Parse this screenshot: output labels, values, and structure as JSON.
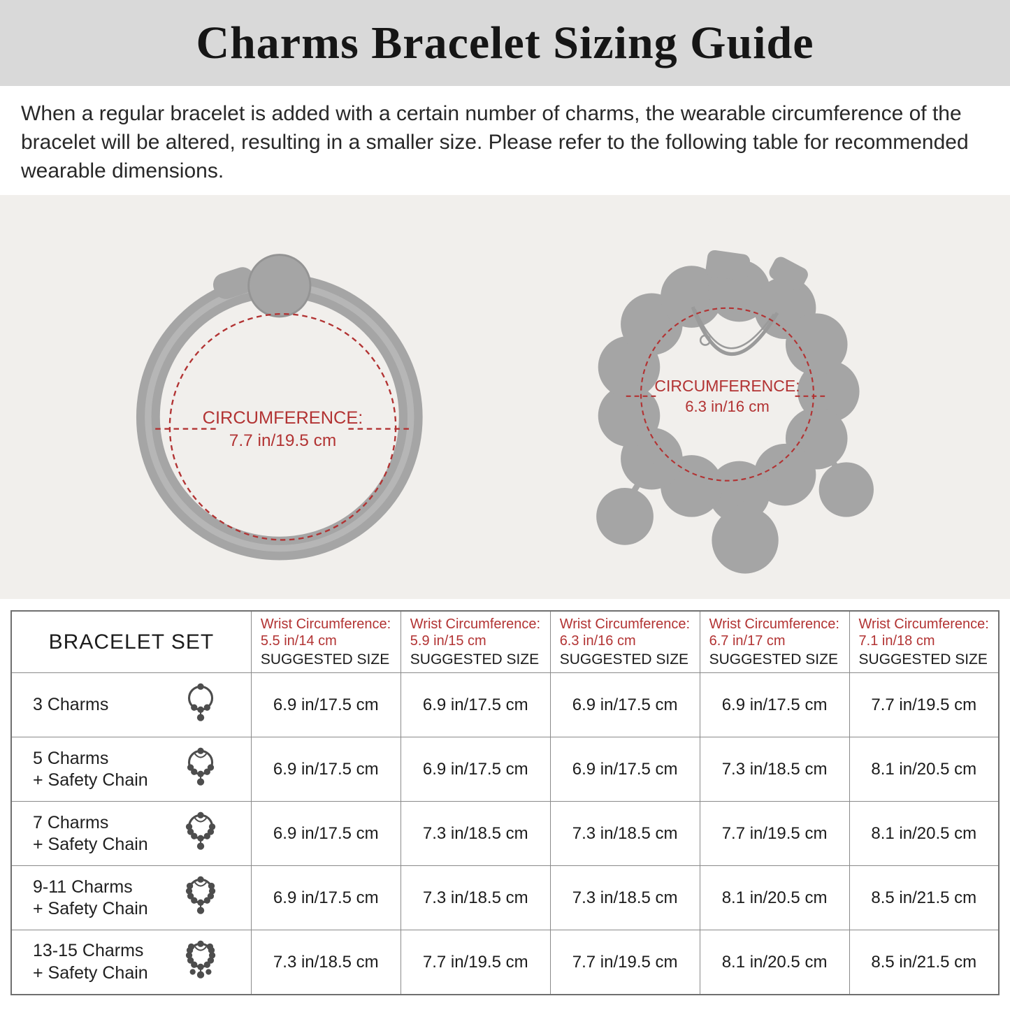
{
  "page": {
    "title": "Charms Bracelet Sizing Guide",
    "intro": "When a regular bracelet is added with a certain number of charms, the wearable circumference of the bracelet will be altered, resulting in a smaller size. Please refer to the following table for recommended wearable dimensions."
  },
  "illustrations": {
    "plain_bracelet": {
      "label_line1": "CIRCUMFERENCE:",
      "label_line2": "7.7 in/19.5 cm"
    },
    "charm_bracelet": {
      "label_line1": "CIRCUMFERENCE:",
      "label_line2": "6.3 in/16 cm"
    }
  },
  "table": {
    "corner_header": "BRACELET SET",
    "columns": [
      {
        "line1": "Wrist Circumference:",
        "line2": "5.5 in/14 cm",
        "line3": "SUGGESTED SIZE"
      },
      {
        "line1": "Wrist Circumference:",
        "line2": "5.9 in/15 cm",
        "line3": "SUGGESTED SIZE"
      },
      {
        "line1": "Wrist Circumference:",
        "line2": "6.3 in/16 cm",
        "line3": "SUGGESTED SIZE"
      },
      {
        "line1": "Wrist Circumference:",
        "line2": "6.7 in/17 cm",
        "line3": "SUGGESTED SIZE"
      },
      {
        "line1": "Wrist Circumference:",
        "line2": "7.1 in/18 cm",
        "line3": "SUGGESTED SIZE"
      }
    ],
    "rows": [
      {
        "label_line1": "3 Charms",
        "label_line2": "",
        "values": [
          "6.9 in/17.5 cm",
          "6.9 in/17.5 cm",
          "6.9 in/17.5 cm",
          "6.9 in/17.5 cm",
          "7.7 in/19.5 cm"
        ]
      },
      {
        "label_line1": "5 Charms",
        "label_line2": "+ Safety Chain",
        "values": [
          "6.9 in/17.5 cm",
          "6.9 in/17.5 cm",
          "6.9 in/17.5 cm",
          "7.3 in/18.5 cm",
          "8.1 in/20.5 cm"
        ]
      },
      {
        "label_line1": "7 Charms",
        "label_line2": "+ Safety Chain",
        "values": [
          "6.9 in/17.5 cm",
          "7.3 in/18.5 cm",
          "7.3 in/18.5 cm",
          "7.7 in/19.5 cm",
          "8.1 in/20.5 cm"
        ]
      },
      {
        "label_line1": "9-11 Charms",
        "label_line2": "+ Safety Chain",
        "values": [
          "6.9 in/17.5 cm",
          "7.3 in/18.5 cm",
          "7.3 in/18.5 cm",
          "8.1 in/20.5 cm",
          "8.5 in/21.5 cm"
        ]
      },
      {
        "label_line1": "13-15 Charms",
        "label_line2": "+ Safety Chain",
        "values": [
          "7.3 in/18.5 cm",
          "7.7 in/19.5 cm",
          "7.7 in/19.5 cm",
          "8.1 in/20.5 cm",
          "8.5 in/21.5 cm"
        ]
      }
    ]
  },
  "colors": {
    "accent_red": "#b23333",
    "title_bar_bg": "#d9d9d9",
    "panel_bg": "#f1efec",
    "bracelet_gray": "#a5a5a5",
    "chain_gray": "#9a9a9a",
    "text_dark": "#242424",
    "table_border": "#8a8a8a"
  }
}
